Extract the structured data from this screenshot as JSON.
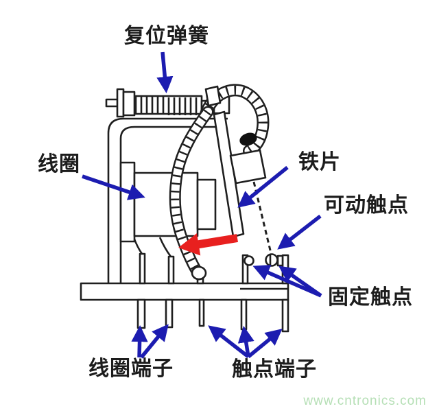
{
  "figure": {
    "type": "technical-diagram",
    "subject": "electromagnetic relay internal structure",
    "watermark": "www.cntronics.com",
    "labels": {
      "reset_spring": "复位弹簧",
      "coil": "线圈",
      "iron_piece": "铁片",
      "movable_contact": "可动触点",
      "fixed_contact": "固定触点",
      "coil_terminals": "线圈端子",
      "contact_terminals": "触点端子"
    },
    "colors": {
      "annotation_blue": "#1c1cb0",
      "action_red": "#e8201f",
      "line_black": "#1f1f1f",
      "watermark_green": "#b5dfb5",
      "background": "#ffffff"
    }
  }
}
